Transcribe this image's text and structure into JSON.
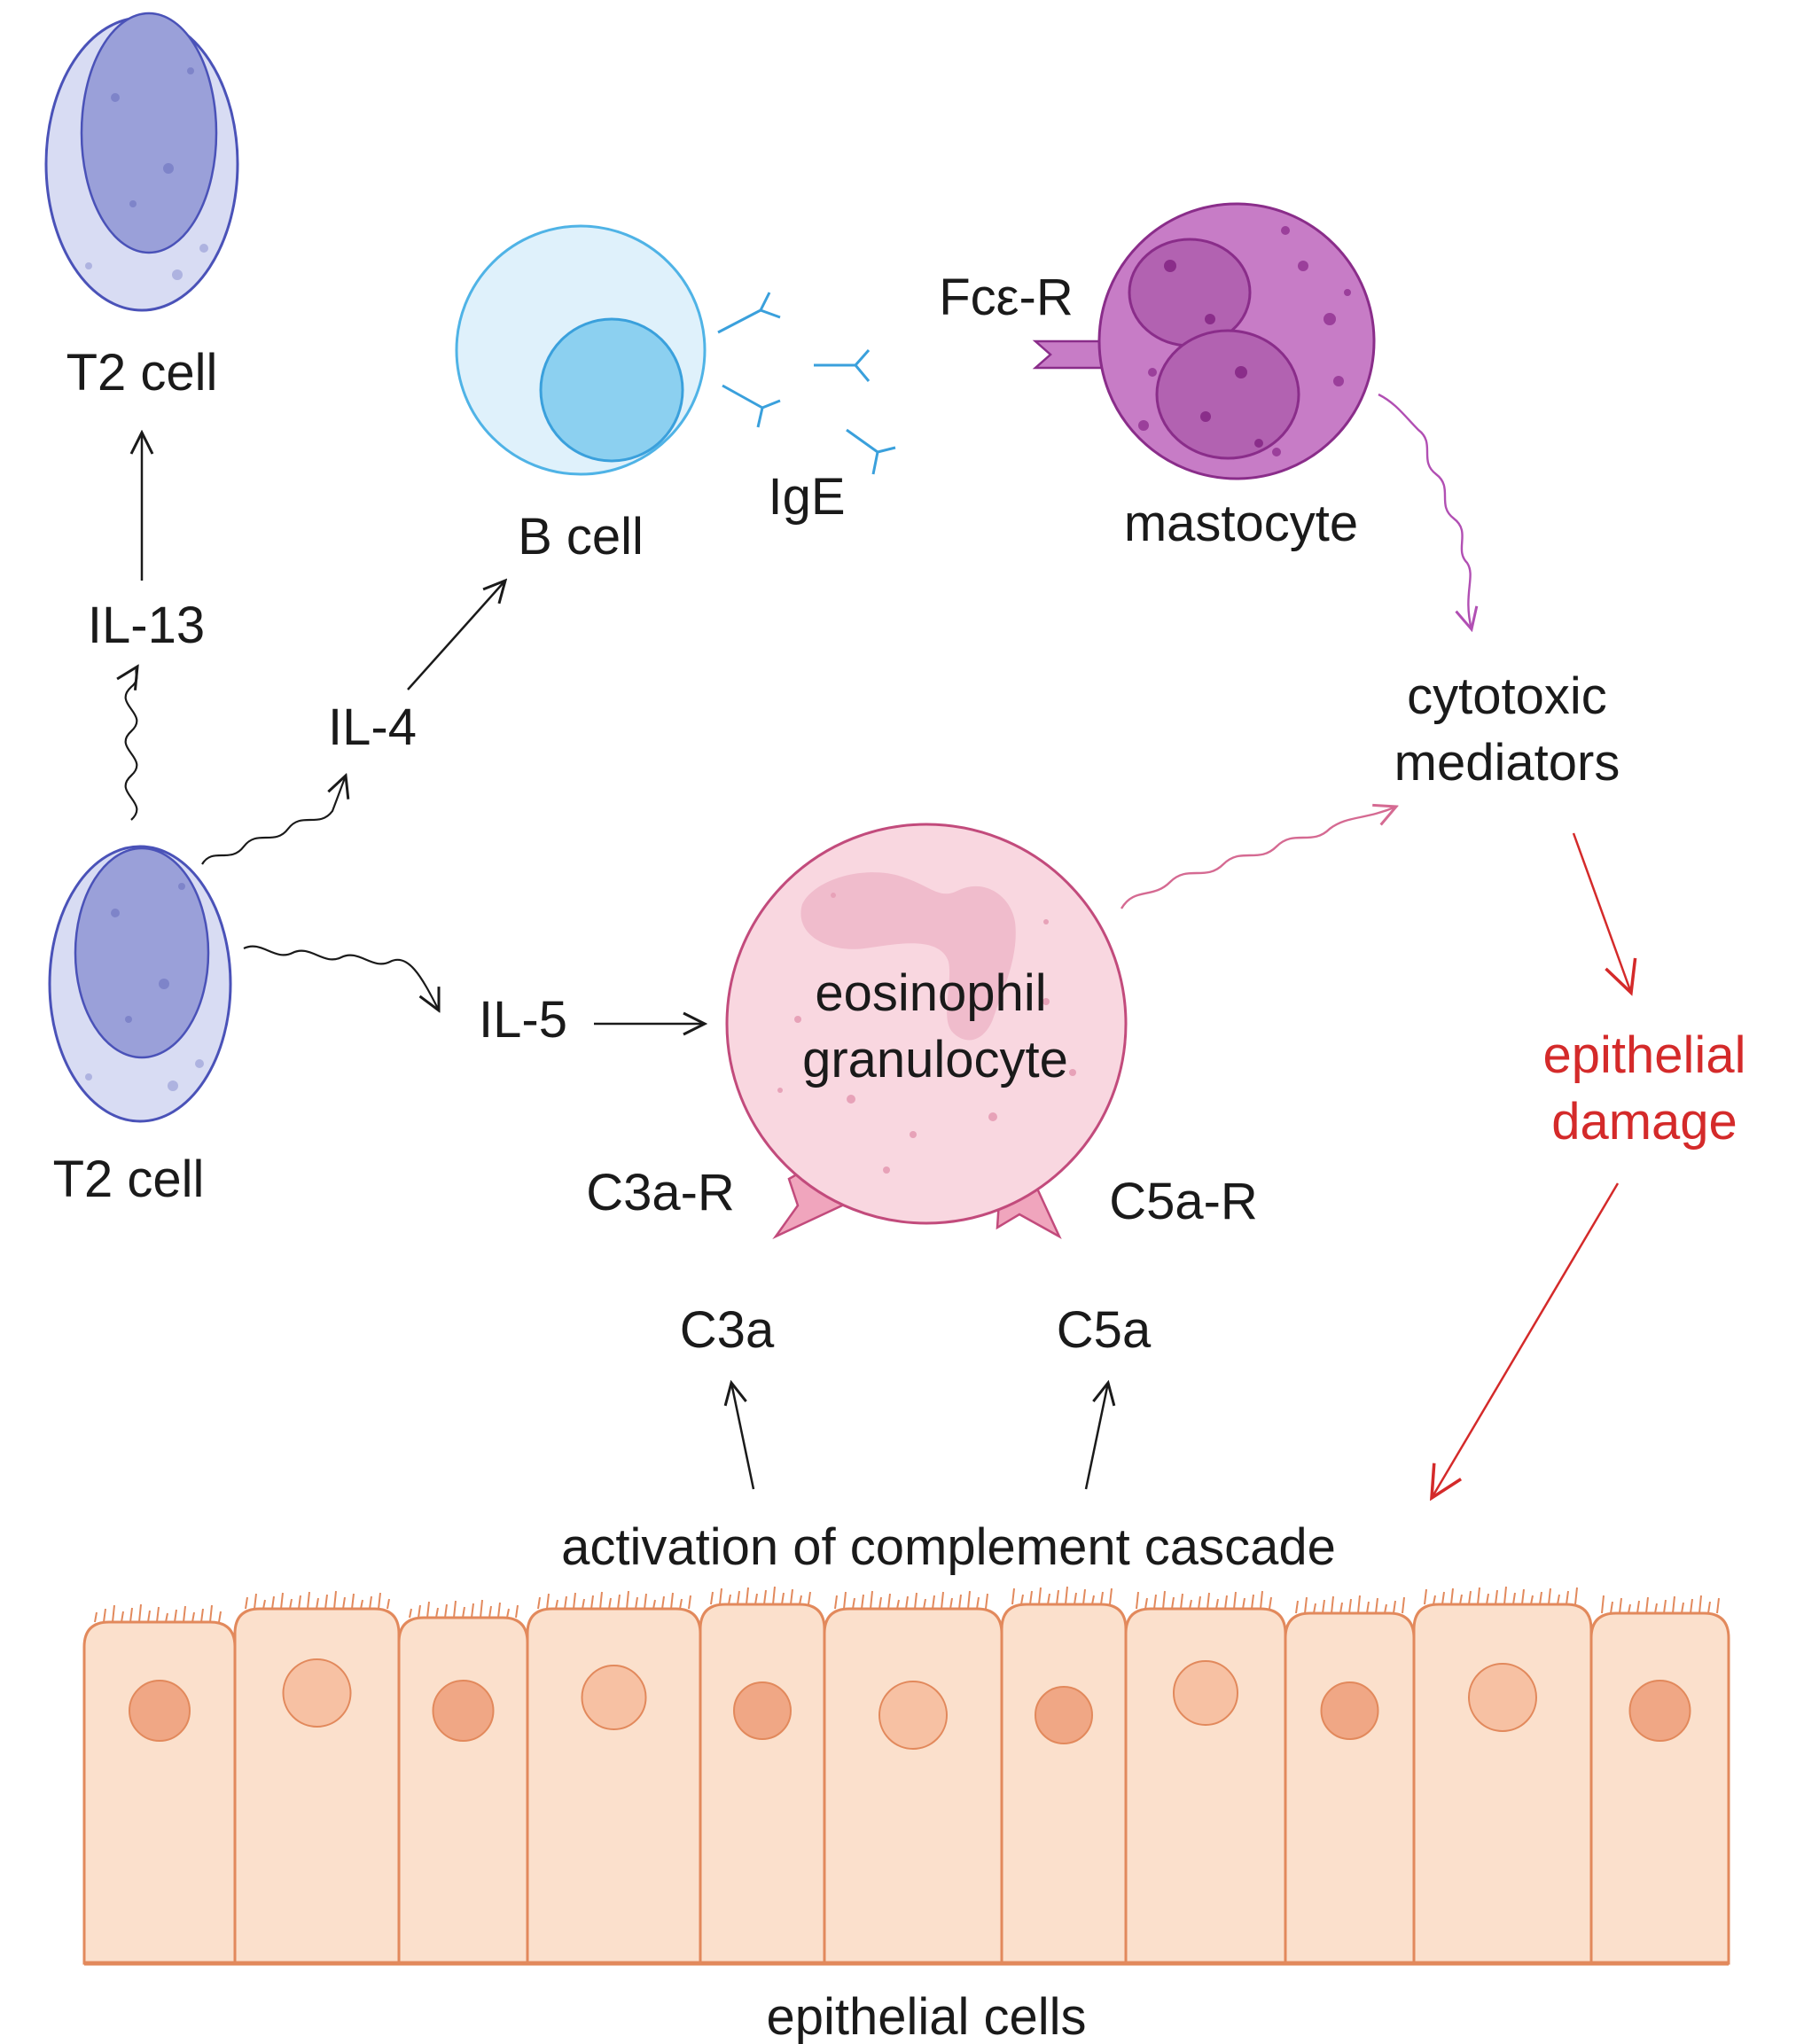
{
  "colors": {
    "t2_cell_fill": "#d8dcf3",
    "t2_cell_outline": "#4a52b8",
    "t2_nucleus": "#9aa0d9",
    "b_cell_fill": "#dff1fb",
    "b_cell_outline": "#4fb3e6",
    "b_nucleus": "#8cd0f0",
    "ige": "#3aa0dc",
    "mastocyte_fill": "#c77cc6",
    "mastocyte_outline": "#8a2d8a",
    "eosinophil_fill": "#f9d7e0",
    "eosinophil_outline": "#c24b7c",
    "eosinophil_receptor": "#f0a5bd",
    "arrow_black": "#1a1a1a",
    "arrow_pink": "#d56a92",
    "arrow_purple": "#b14fb3",
    "arrow_red": "#d42a2a",
    "epithelial_fill": "#fbe0cc",
    "epithelial_outline": "#e2895c",
    "epithelial_nucleus": "#f0a785"
  },
  "labels": {
    "t2_cell_top": "T2 cell",
    "il13": "IL-13",
    "t2_cell_bottom": "T2 cell",
    "il4": "IL-4",
    "b_cell": "B cell",
    "ige": "IgE",
    "fce_r": "Fcε-R",
    "mastocyte": "mastocyte",
    "cytotoxic_line1": "cytotoxic",
    "cytotoxic_line2": "mediators",
    "il5": "IL-5",
    "eosinophil_line1": "eosinophil",
    "eosinophil_line2": "granulocyte",
    "epithelial_damage_line1": "epithelial",
    "epithelial_damage_line2": "damage",
    "c3a_r": "C3a-R",
    "c5a_r": "C5a-R",
    "c3a": "C3a",
    "c5a": "C5a",
    "complement": "activation of complement cascade",
    "epithelial_cells": "epithelial cells"
  }
}
